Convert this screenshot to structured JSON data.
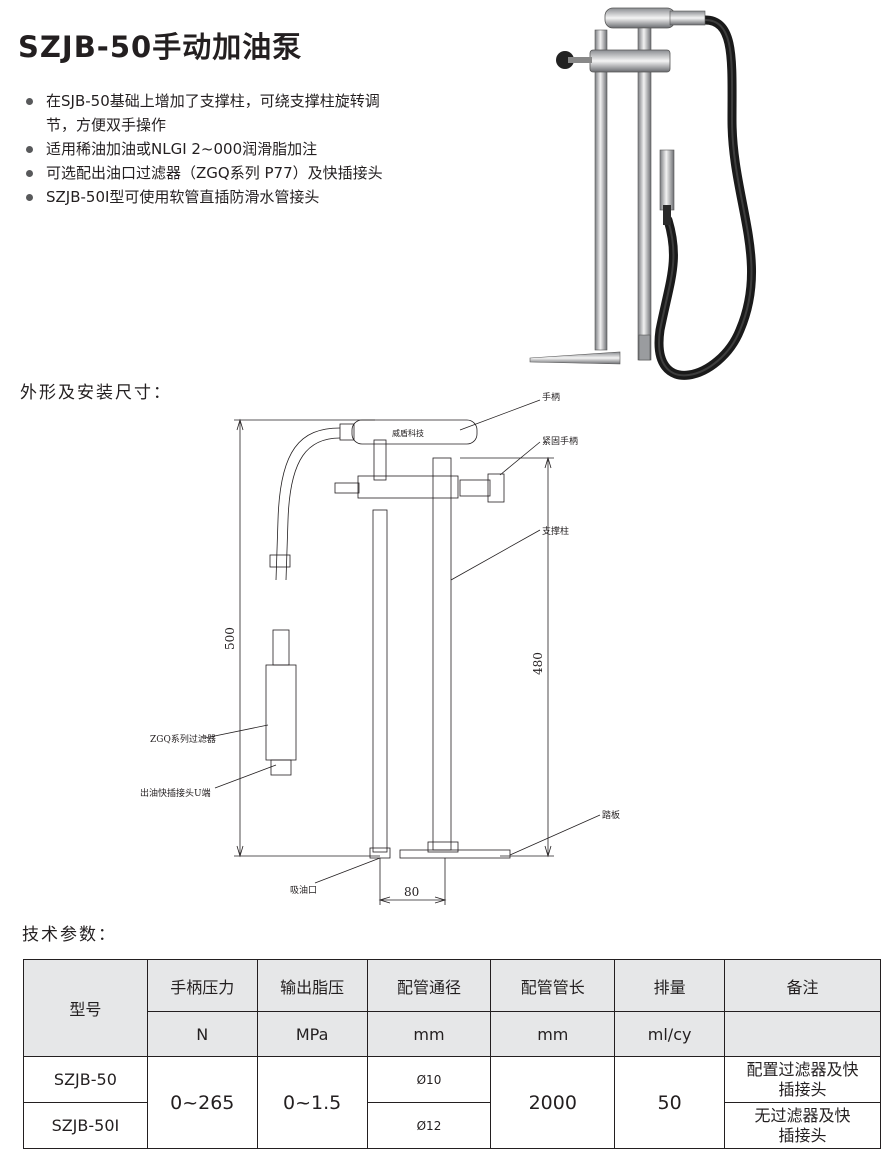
{
  "title": "SZJB-50手动加油泵",
  "features": [
    "在SJB-50基础上增加了支撑柱，可绕支撑柱旋转调节，方便双手操作",
    "适用稀油加油或NLGI 2~000润滑脂加注",
    "可选配出油口过滤器（ZGQ系列 P77）及快插接头",
    "SZJB-50I型可使用软管直插防滑水管接头"
  ],
  "dimension_heading": "外形及安装尺寸：",
  "drawing": {
    "labels": {
      "handle": "手柄",
      "clamp_handle": "紧固手柄",
      "support_column": "支撑柱",
      "filter": "ZGQ系列过滤器",
      "outlet_coupler": "出油快插接头U端",
      "pedal": "踏板",
      "suction": "吸油口",
      "grip_text": "威盾科技"
    },
    "dims": {
      "height_total": "500",
      "height_column": "480",
      "width": "80"
    }
  },
  "spec_heading": "技术参数：",
  "table": {
    "model_header": "型号",
    "headers": [
      "手柄压力",
      "输出脂压",
      "配管通径",
      "配管管长",
      "排量",
      "备注"
    ],
    "units": [
      "N",
      "MPa",
      "mm",
      "mm",
      "ml/cy",
      ""
    ],
    "rows": [
      {
        "model": "SZJB-50",
        "bore": "Ø10",
        "note": "配置过滤器及快插接头"
      },
      {
        "model": "SZJB-50I",
        "bore": "Ø12",
        "note": "无过滤器及快插接头"
      }
    ],
    "shared": {
      "handle_force": "0~265",
      "grease_pressure": "0~1.5",
      "pipe_length": "2000",
      "displacement": "50"
    }
  }
}
